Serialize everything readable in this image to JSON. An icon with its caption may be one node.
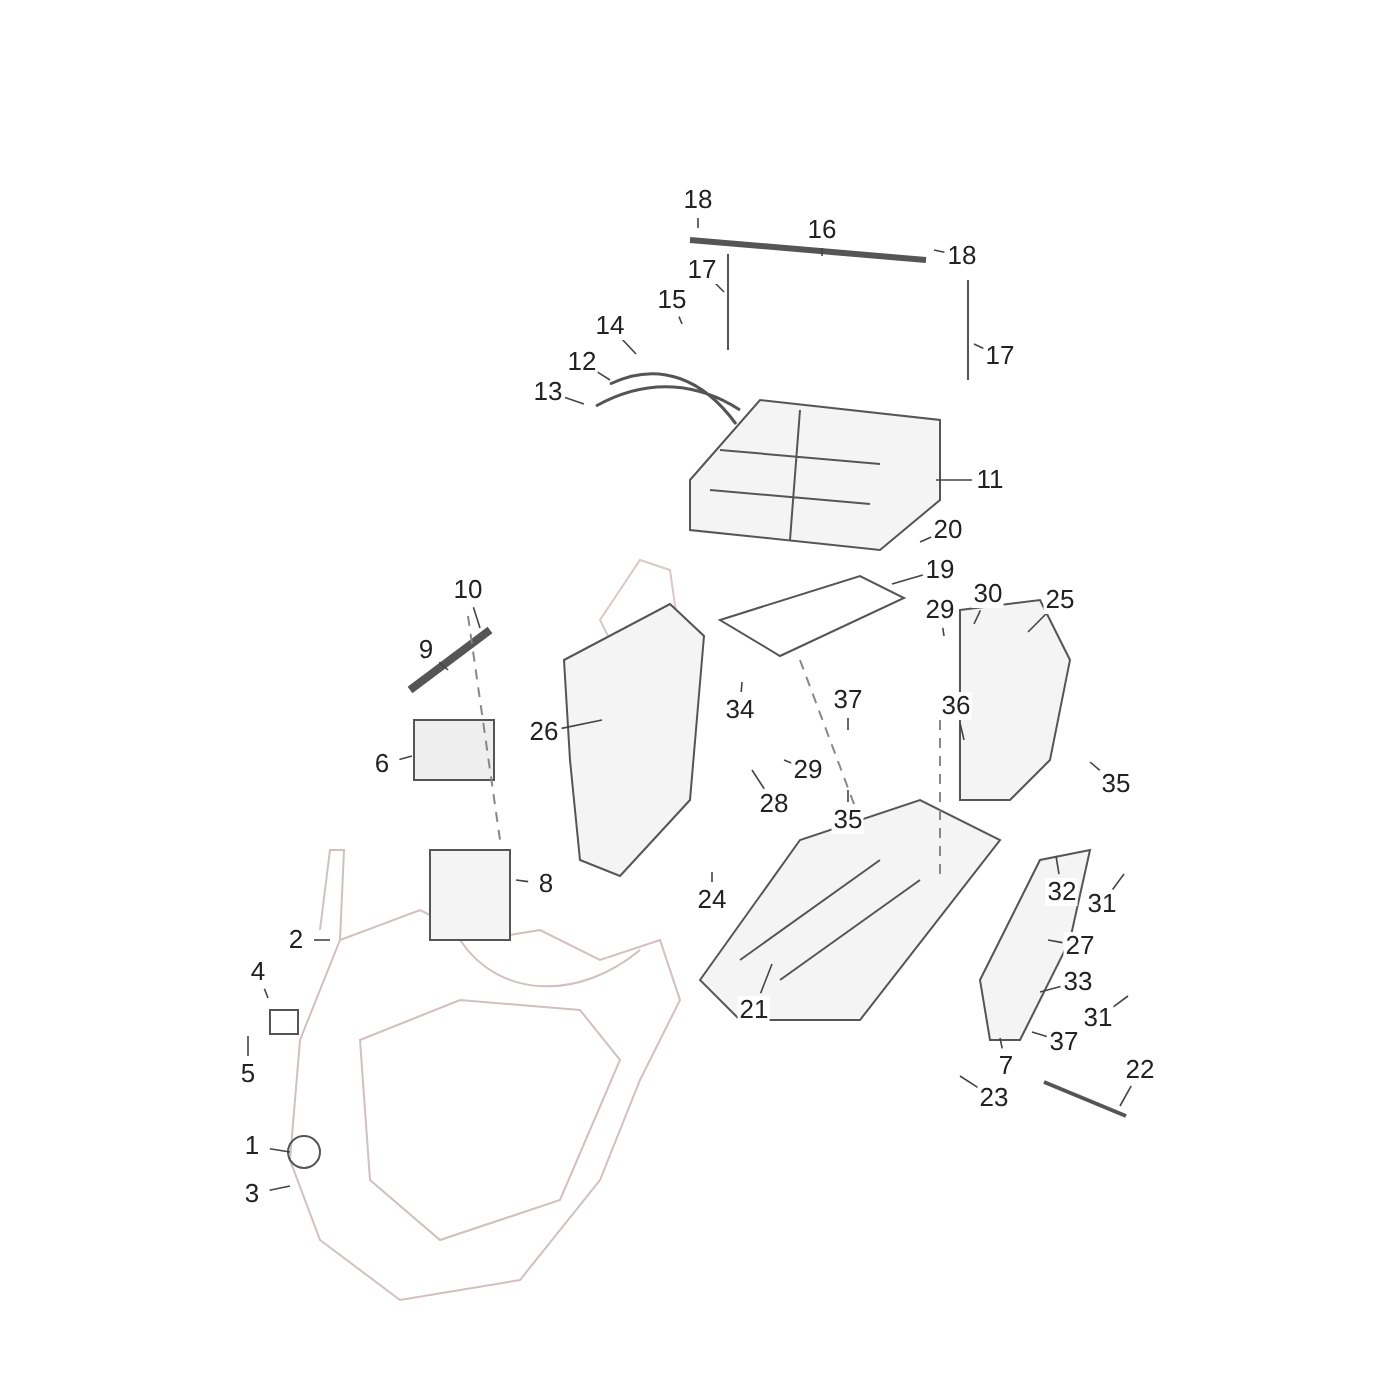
{
  "diagram": {
    "nodes": [
      {
        "text": [
          "18"
        ]
      },
      {
        "text": [
          "16"
        ]
      },
      {
        "text": [
          "18"
        ]
      },
      {
        "text": [
          "17"
        ]
      },
      {
        "text": [
          "15"
        ]
      },
      {
        "text": [
          "14"
        ]
      },
      {
        "text": [
          "12"
        ]
      },
      {
        "text": [
          "17"
        ]
      },
      {
        "text": [
          "13"
        ]
      },
      {
        "text": [
          "11"
        ]
      },
      {
        "text": [
          "20"
        ]
      },
      {
        "text": [
          "19"
        ]
      },
      {
        "text": [
          "10"
        ]
      },
      {
        "text": [
          "30"
        ]
      },
      {
        "text": [
          "25"
        ]
      },
      {
        "text": [
          "29"
        ]
      },
      {
        "text": [
          "9"
        ]
      },
      {
        "text": [
          "37"
        ]
      },
      {
        "text": [
          "36"
        ]
      },
      {
        "text": [
          "34"
        ]
      },
      {
        "text": [
          "26"
        ]
      },
      {
        "text": [
          "6"
        ]
      },
      {
        "text": [
          "29"
        ]
      },
      {
        "text": [
          "35"
        ]
      },
      {
        "text": [
          "28"
        ]
      },
      {
        "text": [
          "35"
        ]
      },
      {
        "text": [
          "8"
        ]
      },
      {
        "text": [
          "32"
        ]
      },
      {
        "text": [
          "24"
        ]
      },
      {
        "text": [
          "31"
        ]
      },
      {
        "text": [
          "2"
        ]
      },
      {
        "text": [
          "27"
        ]
      },
      {
        "text": [
          "4"
        ]
      },
      {
        "text": [
          "33"
        ]
      },
      {
        "text": [
          "21"
        ]
      },
      {
        "text": [
          "31"
        ]
      },
      {
        "text": [
          "37"
        ]
      },
      {
        "text": [
          "7"
        ]
      },
      {
        "text": [
          "22"
        ]
      },
      {
        "text": [
          "5"
        ]
      },
      {
        "text": [
          "23"
        ]
      },
      {
        "text": [
          "1"
        ]
      },
      {
        "text": [
          "3"
        ]
      }
    ],
    "edges": [
      {
        "from": 0,
        "to": null,
        "arrow": "none"
      },
      {
        "from": 1,
        "to": null,
        "arrow": "none"
      },
      {
        "from": 2,
        "to": null,
        "arrow": "none"
      },
      {
        "from": 3,
        "to": null,
        "arrow": "none"
      },
      {
        "from": 4,
        "to": null,
        "arrow": "none"
      },
      {
        "from": 5,
        "to": null,
        "arrow": "none"
      },
      {
        "from": 6,
        "to": null,
        "arrow": "none"
      },
      {
        "from": 7,
        "to": null,
        "arrow": "none"
      },
      {
        "from": 8,
        "to": null,
        "arrow": "none"
      },
      {
        "from": 9,
        "to": null,
        "arrow": "none"
      },
      {
        "from": 10,
        "to": null,
        "arrow": "none"
      },
      {
        "from": 11,
        "to": null,
        "arrow": "none"
      },
      {
        "from": 12,
        "to": null,
        "arrow": "none"
      },
      {
        "from": 13,
        "to": null,
        "arrow": "none"
      },
      {
        "from": 14,
        "to": null,
        "arrow": "none"
      },
      {
        "from": 15,
        "to": null,
        "arrow": "none"
      },
      {
        "from": 16,
        "to": null,
        "arrow": "none"
      },
      {
        "from": 17,
        "to": null,
        "arrow": "none"
      },
      {
        "from": 18,
        "to": null,
        "arrow": "none"
      },
      {
        "from": 19,
        "to": null,
        "arrow": "none"
      },
      {
        "from": 20,
        "to": null,
        "arrow": "none"
      },
      {
        "from": 21,
        "to": null,
        "arrow": "none"
      },
      {
        "from": 22,
        "to": null,
        "arrow": "none"
      },
      {
        "from": 23,
        "to": null,
        "arrow": "none"
      },
      {
        "from": 24,
        "to": null,
        "arrow": "none"
      },
      {
        "from": 25,
        "to": null,
        "arrow": "none"
      },
      {
        "from": 26,
        "to": null,
        "arrow": "none"
      },
      {
        "from": 27,
        "to": null,
        "arrow": "none"
      },
      {
        "from": 28,
        "to": null,
        "arrow": "none"
      },
      {
        "from": 29,
        "to": null,
        "arrow": "none"
      },
      {
        "from": 30,
        "to": null,
        "arrow": "none"
      },
      {
        "from": 31,
        "to": null,
        "arrow": "none"
      },
      {
        "from": 32,
        "to": null,
        "arrow": "none"
      },
      {
        "from": 33,
        "to": null,
        "arrow": "none"
      },
      {
        "from": 34,
        "to": null,
        "arrow": "none"
      },
      {
        "from": 35,
        "to": null,
        "arrow": "none"
      },
      {
        "from": 36,
        "to": null,
        "arrow": "none"
      },
      {
        "from": 37,
        "to": null,
        "arrow": "none"
      },
      {
        "from": 38,
        "to": null,
        "arrow": "none"
      },
      {
        "from": 39,
        "to": null,
        "arrow": "none"
      },
      {
        "from": 40,
        "to": null,
        "arrow": "none"
      },
      {
        "from": 41,
        "to": null,
        "arrow": "none"
      },
      {
        "from": 42,
        "to": null,
        "arrow": "none"
      }
    ]
  }
}
